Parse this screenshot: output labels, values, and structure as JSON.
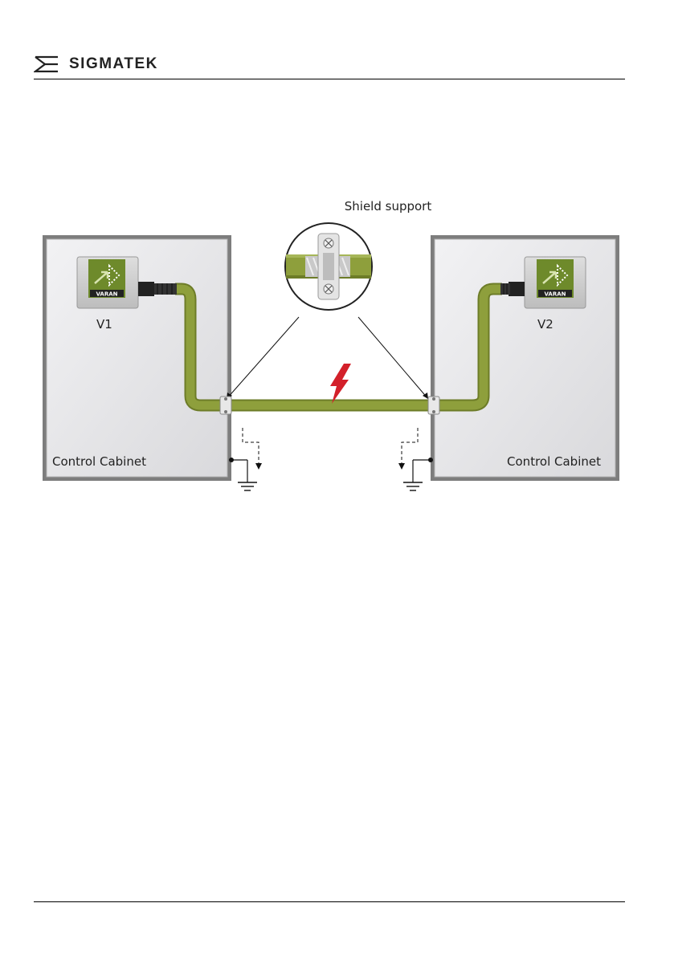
{
  "header": {
    "brand_name": "SIGMATEK"
  },
  "diagram": {
    "shield_support_label": "Shield support",
    "left_cabinet": {
      "device_label": "V1",
      "cabinet_label": "Control Cabinet",
      "module_badge": "VARAN"
    },
    "right_cabinet": {
      "device_label": "V2",
      "cabinet_label": "Control Cabinet",
      "module_badge": "VARAN"
    },
    "colors": {
      "cable": "#8e9f3c",
      "cable_dark": "#6d7c28",
      "cabinet_fill": "#e6e6e8",
      "cabinet_frame": "#8a8a8a",
      "module_icon": "#6e8a2b",
      "lightning": "#d3202a"
    },
    "icons": [
      "varan-module-icon",
      "cable-gland-icon",
      "shield-clamp-icon",
      "lightning-bolt-icon",
      "ground-symbol-icon"
    ]
  }
}
